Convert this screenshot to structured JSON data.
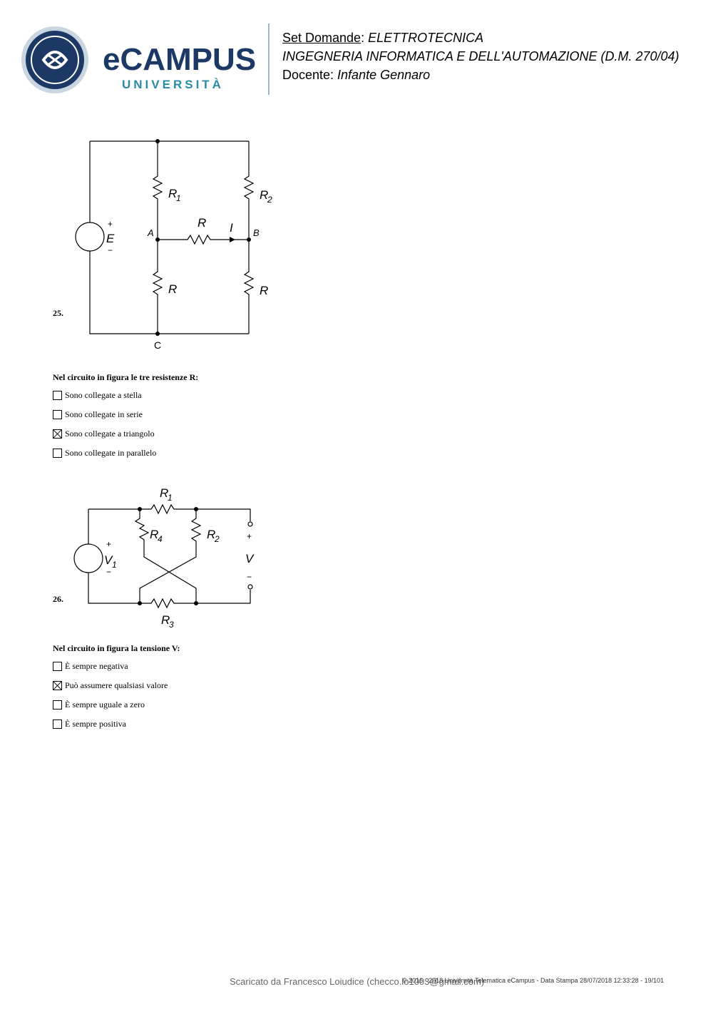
{
  "header": {
    "logo_text": "eCAMPUS",
    "logo_sub": "UNIVERSITÀ",
    "set_label": "Set Domande",
    "set_value": "ELETTROTECNICA",
    "course": "INGEGNERIA INFORMATICA E DELL'AUTOMAZIONE (D.M. 270/04)",
    "teacher_label": "Docente: ",
    "teacher_value": "Infante Gennaro"
  },
  "questions": [
    {
      "number": "25.",
      "text": "Nel circuito in figura le tre resistenze R:",
      "diagram_labels": {
        "r1": "R",
        "r1_sub": "1",
        "r2": "R",
        "r2_sub": "2",
        "r": "R",
        "i": "I",
        "a": "A",
        "b": "B",
        "c": "C",
        "e": "E",
        "plus": "+",
        "minus": "−"
      },
      "options": [
        {
          "label": "Sono collegate a stella",
          "checked": false
        },
        {
          "label": "Sono collegate in serie",
          "checked": false
        },
        {
          "label": "Sono collegate a triangolo",
          "checked": true
        },
        {
          "label": "Sono collegate in parallelo",
          "checked": false
        }
      ]
    },
    {
      "number": "26.",
      "text": "Nel circuito in figura la tensione V:",
      "diagram_labels": {
        "r1": "R",
        "r1_sub": "1",
        "r2": "R",
        "r2_sub": "2",
        "r3": "R",
        "r3_sub": "3",
        "r4": "R",
        "r4_sub": "4",
        "v1": "V",
        "v1_sub": "1",
        "v": "V",
        "plus": "+",
        "minus": "−"
      },
      "options": [
        {
          "label": "È sempre negativa",
          "checked": false
        },
        {
          "label": "Può assumere qualsiasi valore",
          "checked": true
        },
        {
          "label": "È sempre uguale a zero",
          "checked": false
        },
        {
          "label": "È sempre positiva",
          "checked": false
        }
      ]
    }
  ],
  "footer": {
    "download_note": "Scaricato da Francesco Loiudice (checco.lo1003@gmail.com)",
    "copyright": "© 2016 - 2018 Università Telematica eCampus - Data Stampa 28/07/2018 12:33:28 - 19/101"
  }
}
